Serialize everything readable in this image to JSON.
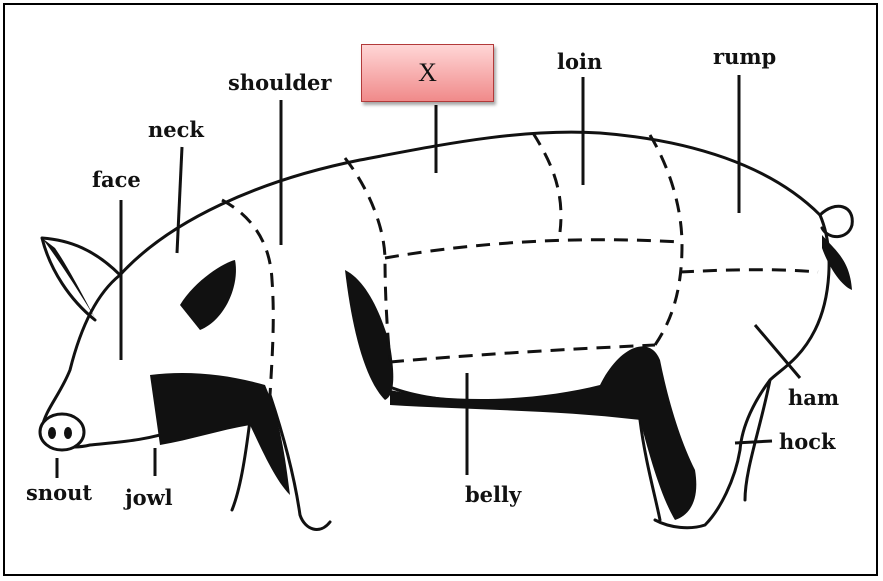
{
  "labels": {
    "snout": "snout",
    "jowl": "jowl",
    "face": "face",
    "neck": "neck",
    "shoulder": "shoulder",
    "hidden_cut": "X",
    "loin": "loin",
    "rump": "rump",
    "ham": "ham",
    "hock": "hock",
    "belly": "belly"
  },
  "colors": {
    "label_box_fill": "#f5a3a3",
    "label_box_border": "#b23a3a",
    "ink": "#111111"
  }
}
